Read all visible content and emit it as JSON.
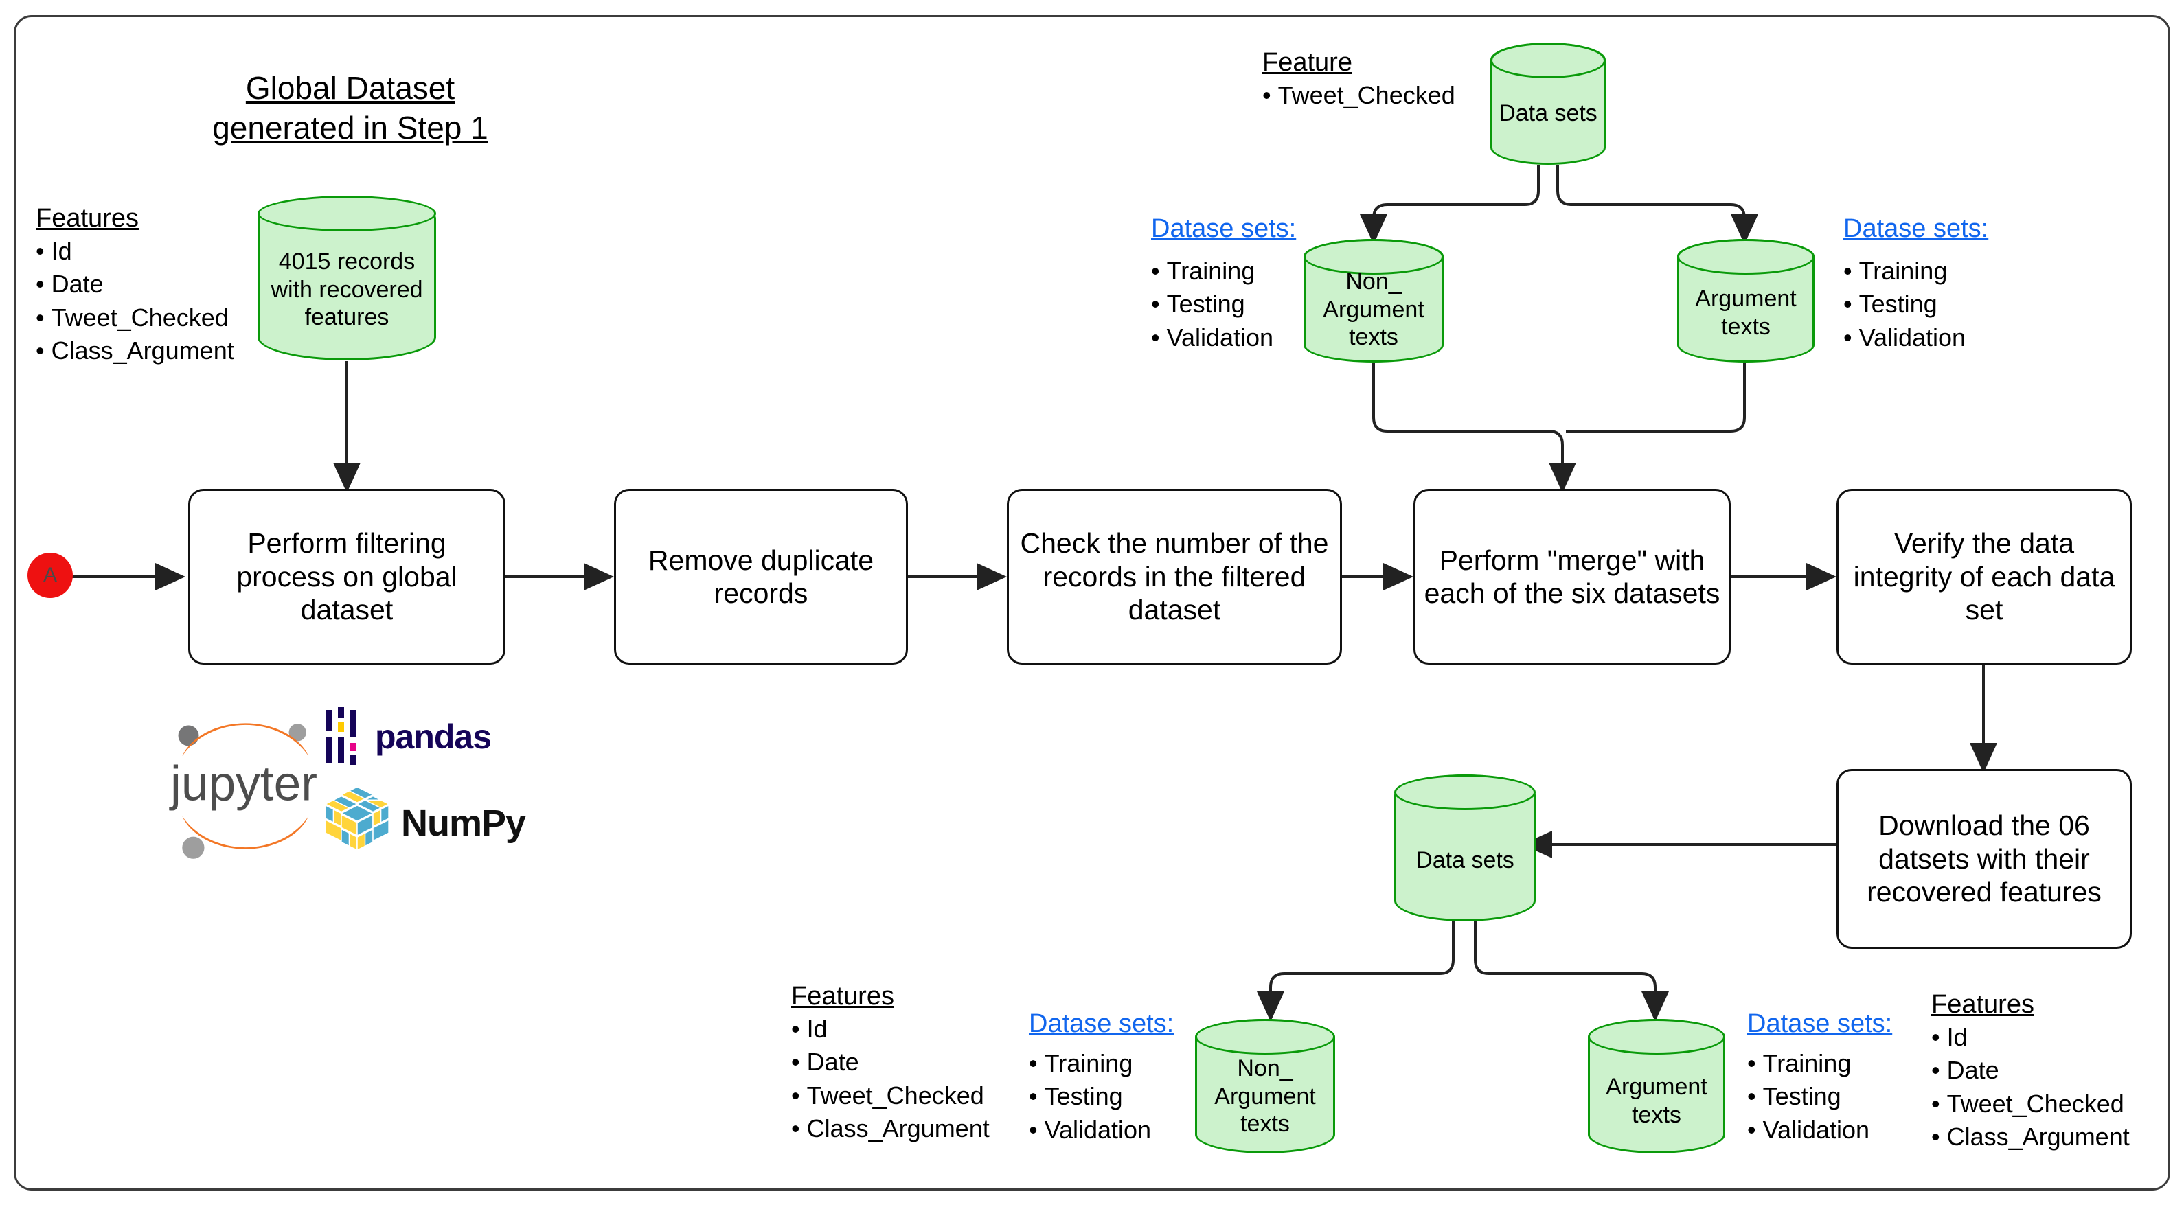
{
  "diagram": {
    "title_step1": "Global Dataset\ngenerated in Step 1",
    "start_node_label": "A",
    "colors": {
      "cylinder_fill": "#ccf2cc",
      "cylinder_border": "#0a9a0a",
      "start_node": "#ee1111",
      "link_blue": "#1166ee",
      "box_border": "#111111"
    },
    "process_steps": [
      {
        "id": "filter",
        "label": "Perform filtering process on global dataset"
      },
      {
        "id": "dedupe",
        "label": "Remove duplicate records"
      },
      {
        "id": "count",
        "label": "Check the number of the records in the filtered dataset"
      },
      {
        "id": "merge",
        "label": "Perform \"merge\" with each of the six datasets"
      },
      {
        "id": "verify",
        "label": "Verify the data integrity of each data set"
      },
      {
        "id": "download",
        "label": "Download the 06 datsets with their recovered features"
      }
    ],
    "global_dataset_cylinder": {
      "label": "4015 records with recovered features"
    },
    "left_features": {
      "heading": "Features",
      "items": [
        "Id",
        "Date",
        "Tweet_Checked",
        "Class_Argument"
      ]
    },
    "top_feature": {
      "heading": "Feature",
      "items": [
        "Tweet_Checked"
      ]
    },
    "top_datasets_cylinder": {
      "label": "Data sets"
    },
    "top_left_datasets": {
      "heading": "Datase sets:",
      "items": [
        "Training",
        "Testing",
        "Validation"
      ]
    },
    "top_right_datasets": {
      "heading": "Datase sets:",
      "items": [
        "Training",
        "Testing",
        "Validation"
      ]
    },
    "top_non_argument_cylinder": {
      "label": "Non_ Argument texts"
    },
    "top_argument_cylinder": {
      "label": "Argument texts"
    },
    "bottom_datasets_cylinder": {
      "label": "Data sets"
    },
    "bottom_left_features": {
      "heading": "Features",
      "items": [
        "Id",
        "Date",
        "Tweet_Checked",
        "Class_Argument"
      ]
    },
    "bottom_left_datasets": {
      "heading": "Datase sets:",
      "items": [
        "Training",
        "Testing",
        "Validation"
      ]
    },
    "bottom_non_argument_cylinder": {
      "label": "Non_ Argument texts"
    },
    "bottom_argument_cylinder": {
      "label": "Argument texts"
    },
    "bottom_right_datasets": {
      "heading": "Datase sets:",
      "items": [
        "Training",
        "Testing",
        "Validation"
      ]
    },
    "bottom_right_features": {
      "heading": "Features",
      "items": [
        "Id",
        "Date",
        "Tweet_Checked",
        "Class_Argument"
      ]
    },
    "logos": [
      {
        "id": "jupyter",
        "label": "jupyter"
      },
      {
        "id": "pandas",
        "label": "pandas"
      },
      {
        "id": "numpy",
        "label": "NumPy"
      }
    ]
  }
}
